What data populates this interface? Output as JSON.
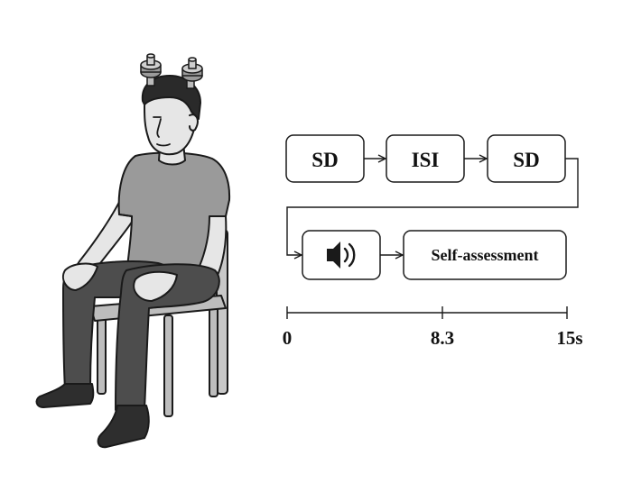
{
  "flow": {
    "row1": [
      "SD",
      "ISI",
      "SD"
    ],
    "sound_icon": "speaker-sound-icon",
    "final": "Self-assessment"
  },
  "timeline": {
    "ticks": [
      "0",
      "8.3",
      "15s"
    ]
  },
  "colors": {
    "stroke": "#1a1a1a",
    "skin": "#e6e6e6",
    "shirt": "#9a9a9a",
    "pants": "#4d4d4d",
    "shoes": "#2e2e2e",
    "hair": "#2a2a2a",
    "chair": "#bdbdbd"
  }
}
